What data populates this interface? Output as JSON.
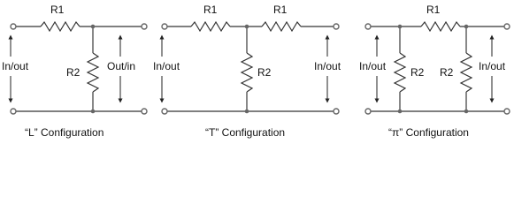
{
  "diagrams": [
    {
      "caption": "“L” Configuration",
      "r1": "R1",
      "r2": "R2",
      "left_port": "In/out",
      "right_port": "Out/in"
    },
    {
      "caption": "“T” Configuration",
      "r1_left": "R1",
      "r1_right": "R1",
      "r2": "R2",
      "left_port": "In/out",
      "right_port": "In/out"
    },
    {
      "caption": "“π” Configuration",
      "r1": "R1",
      "r2_left": "R2",
      "r2_right": "R2",
      "left_port": "In/out",
      "right_port": "In/out"
    }
  ]
}
